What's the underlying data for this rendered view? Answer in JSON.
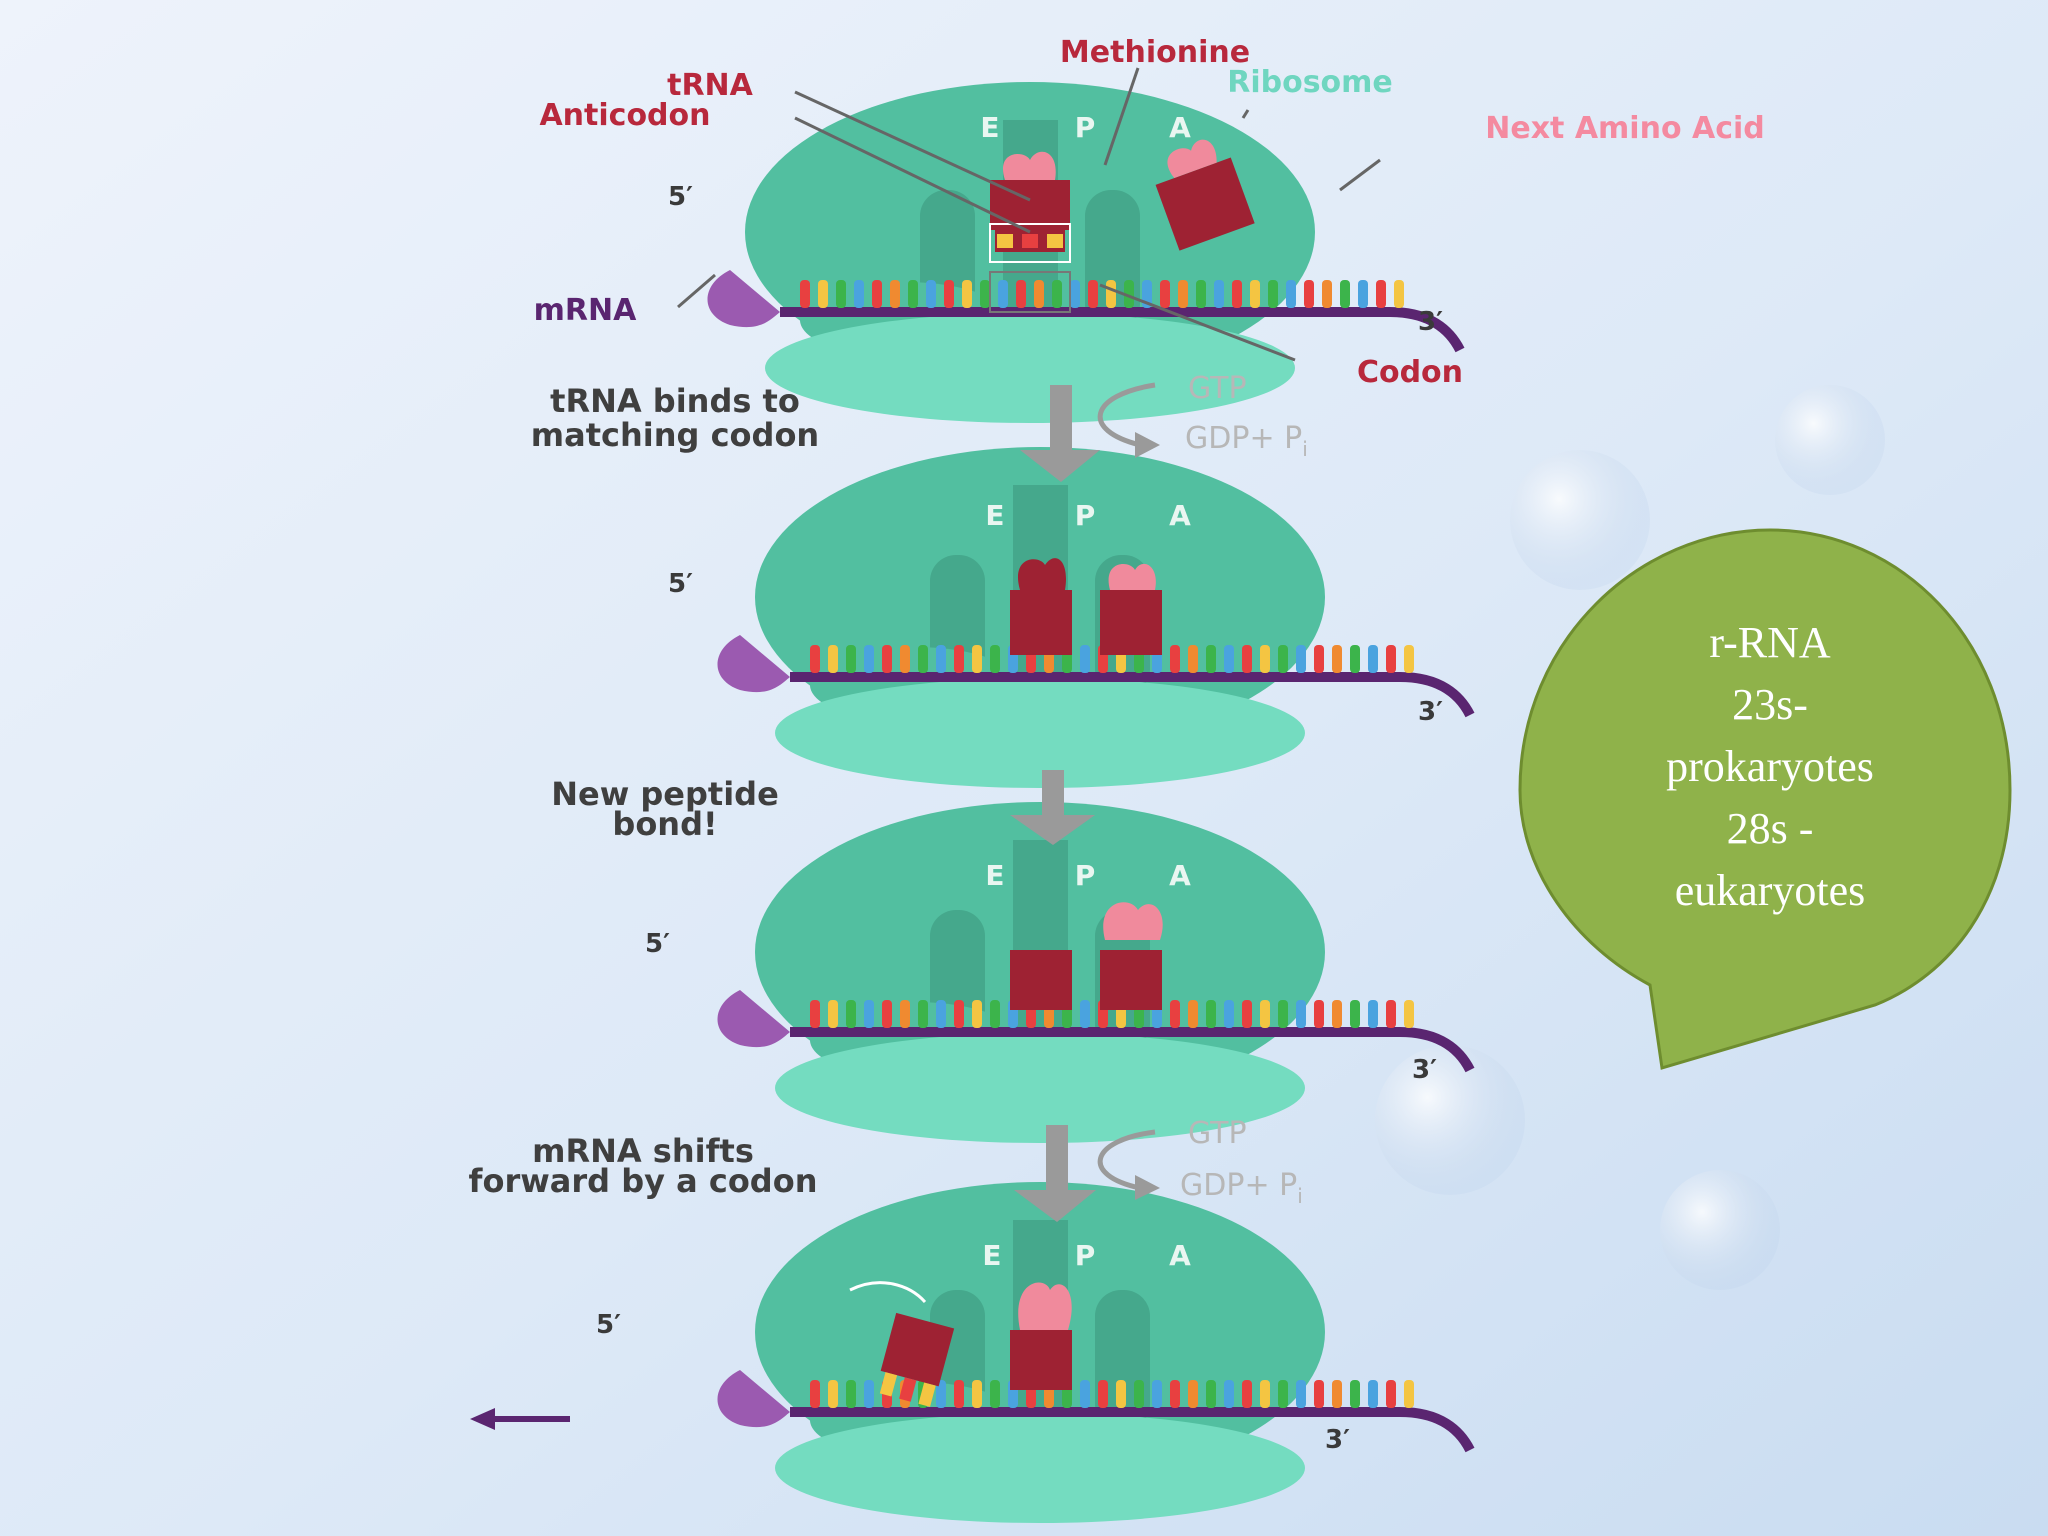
{
  "labels": {
    "methionine": "Methionine",
    "trna": "tRNA",
    "anticodon": "Anticodon",
    "ribosome": "Ribosome",
    "next_amino_acid": "Next Amino Acid",
    "mrna": "mRNA",
    "codon": "Codon",
    "five_prime": "5′",
    "three_prime": "3′",
    "site_e": "E",
    "site_p": "P",
    "site_a": "A",
    "gtp": "GTP",
    "gdp_pi": "GDP+ P",
    "gdp_pi_sub": "i"
  },
  "steps": {
    "step1_line1": "tRNA binds to",
    "step1_line2": "matching codon",
    "step2_line1": "New peptide",
    "step2_line2": "bond!",
    "step3_line1": "mRNA shifts",
    "step3_line2": "forward by a codon"
  },
  "callout": {
    "line1": "r-RNA",
    "line2": "23s-",
    "line3": "prokaryotes",
    "line4": "28s -",
    "line5": "eukaryotes"
  },
  "colors": {
    "ribosome_large": "#52bfa0",
    "ribosome_small": "#74dcc0",
    "trna": "#9e2233",
    "amino_acid": "#f08a9c",
    "mrna_backbone": "#5a2570",
    "callout_fill": "#8fb24a",
    "label_red": "#b8283c",
    "label_teal": "#6fd6c0",
    "label_pink": "#f48aa0",
    "label_dark": "#2f2f2f",
    "arrow_gray": "#9a9a9a"
  }
}
